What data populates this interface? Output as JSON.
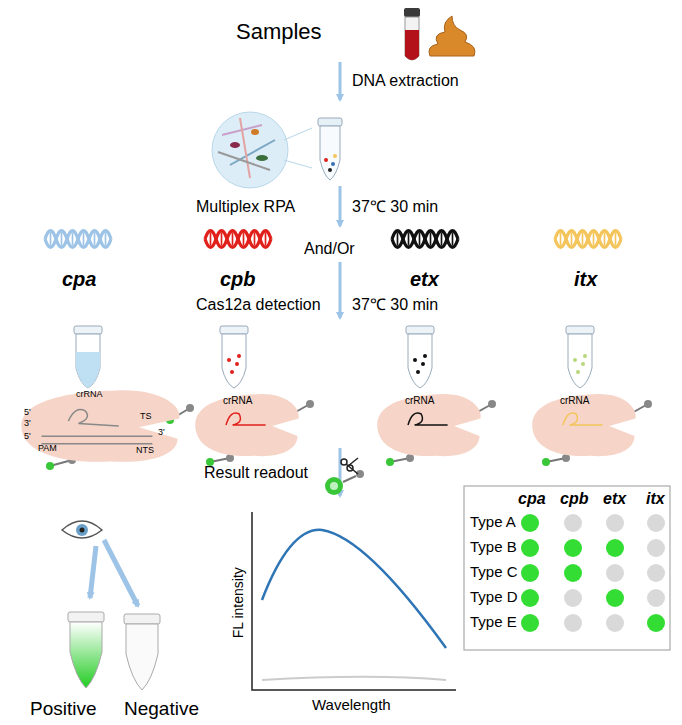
{
  "diagram": {
    "nodes": [
      {
        "text": [
          "crRNA",
          "5'",
          "3'",
          "5'",
          "PAM",
          "TS",
          "3'",
          "NTS"
        ]
      },
      {
        "text": [
          "crRNA"
        ]
      },
      {
        "text": [
          "crRNA"
        ]
      },
      {
        "text": [
          "crRNA"
        ]
      }
    ],
    "labels": [
      "Samples",
      "DNA extraction",
      "Multiplex RPA",
      "37℃ 30 min",
      "cpa",
      "cpb",
      "And/Or",
      "etx",
      "itx",
      "Cas12a detection",
      "37℃ 30 min",
      "Result readout",
      "Positive",
      "Negative",
      "FL intensity",
      "Wavelength",
      "cpa",
      "cpb",
      "etx",
      "itx",
      "Type A",
      "Type B",
      "Type C",
      "Type D",
      "Type E"
    ]
  }
}
